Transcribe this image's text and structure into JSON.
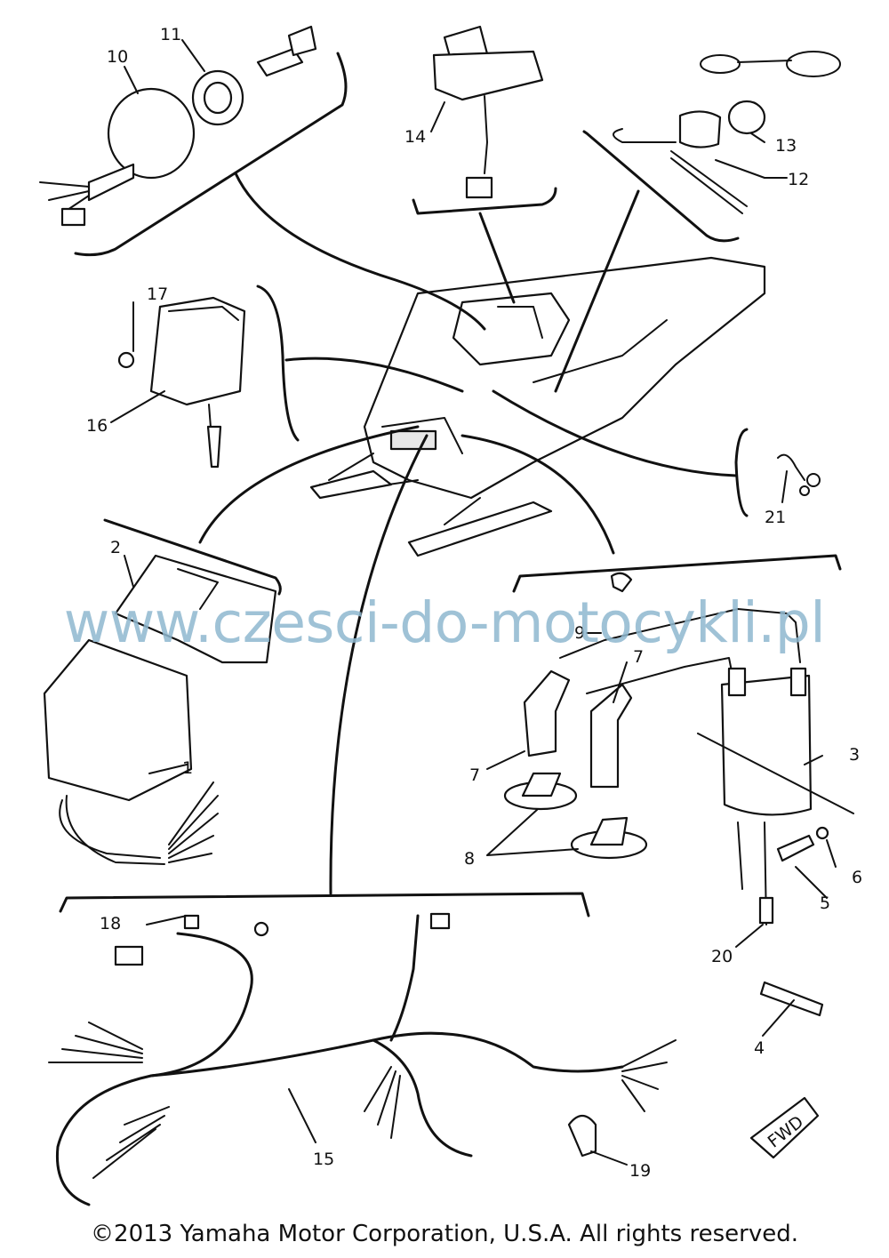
{
  "callouts": {
    "c1": "1",
    "c2": "2",
    "c3": "3",
    "c4": "4",
    "c5": "5",
    "c6": "6",
    "c7a": "7",
    "c7b": "7",
    "c8": "8",
    "c9": "9",
    "c10": "10",
    "c11": "11",
    "c12": "12",
    "c13": "13",
    "c14": "14",
    "c15": "15",
    "c16": "16",
    "c17": "17",
    "c18": "18",
    "c19": "19",
    "c20": "20",
    "c21": "21"
  },
  "fwd_label": "FWD",
  "watermark": "www.czesci-do-motocykli.pl",
  "copyright": "©2013 Yamaha Motor Corporation, U.S.A. All rights reserved."
}
